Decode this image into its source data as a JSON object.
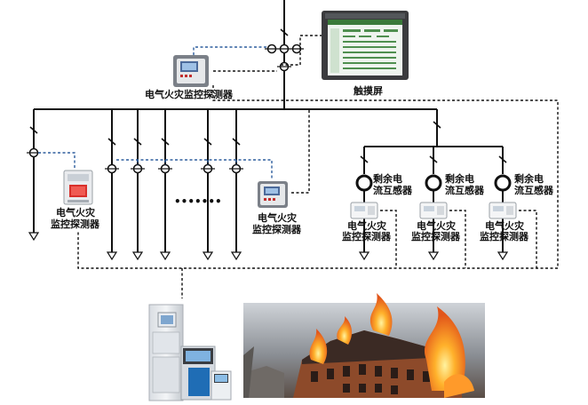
{
  "labels": {
    "touch_screen": "触摸屏",
    "monitor_top_1": "电气火灾监控探测器",
    "monitor_left_l1": "电气火灾",
    "monitor_left_l2": "监控探测器",
    "monitor_mid_l1": "电气火灾",
    "monitor_mid_l2": "监控探测器",
    "sensor_1_l1": "剩余电",
    "sensor_1_l2": "流互感器",
    "sensor_2_l1": "剩余电",
    "sensor_2_l2": "流互感器",
    "sensor_3_l1": "剩余电",
    "sensor_3_l2": "流互感器",
    "detector_1_l1": "电气火灾",
    "detector_1_l2": "监控探测器",
    "detector_2_l1": "电气火灾",
    "detector_2_l2": "监控探测器",
    "detector_3_l1": "电气火灾",
    "detector_3_l2": "监控探测器",
    "ellipsis": "•••••••"
  },
  "colors": {
    "bus_line": "#111111",
    "signal_dash": "#2f5f9e",
    "fire": "#e8671c"
  }
}
